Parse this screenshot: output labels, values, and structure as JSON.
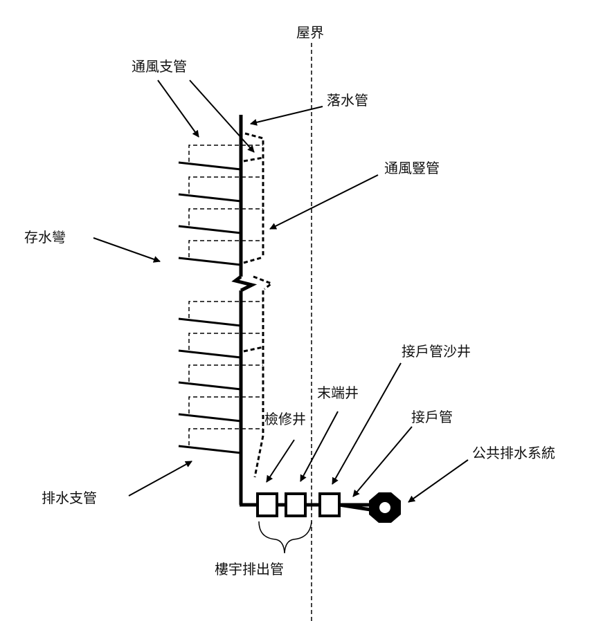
{
  "diagram": {
    "title": "Building drainage system schematic",
    "labels": {
      "property_boundary": "屋界",
      "vent_branch_pipe": "通風支管",
      "downpipe": "落水管",
      "vent_stack": "通風豎管",
      "trap": "存水彎",
      "drain_branch_pipe": "排水支管",
      "inspection_chamber": "檢修井",
      "terminal_manhole": "末端井",
      "connection_sand_trap": "接戶管沙井",
      "connection_pipe": "接戶管",
      "public_sewer": "公共排水系統",
      "building_drain": "樓宇排出管"
    },
    "colors": {
      "line": "#000000",
      "background": "#ffffff"
    }
  }
}
